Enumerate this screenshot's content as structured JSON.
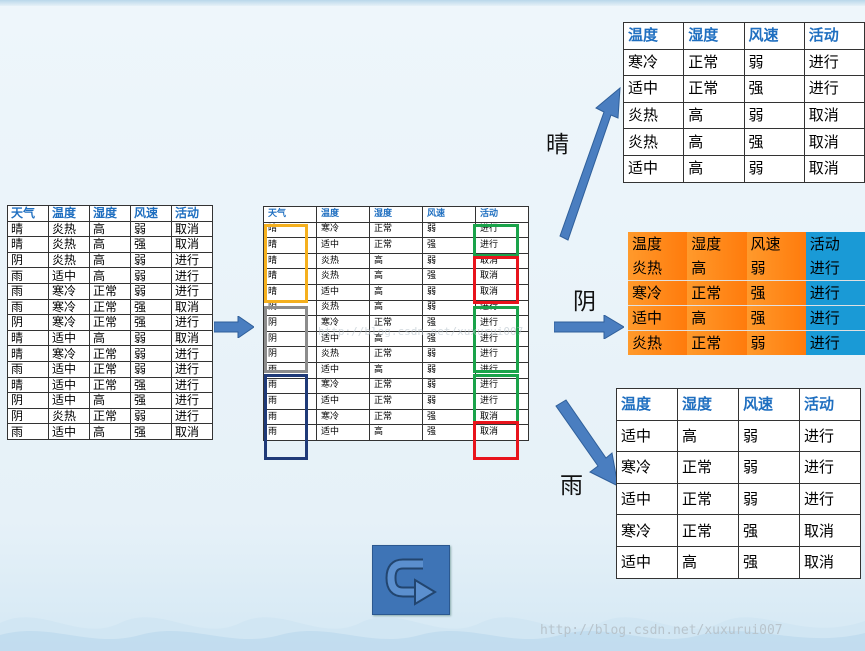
{
  "headers_full": [
    "天气",
    "温度",
    "湿度",
    "风速",
    "活动"
  ],
  "headers_sub": [
    "温度",
    "湿度",
    "风速",
    "活动"
  ],
  "full_rows": [
    [
      "晴",
      "炎热",
      "高",
      "弱",
      "取消"
    ],
    [
      "晴",
      "炎热",
      "高",
      "强",
      "取消"
    ],
    [
      "阴",
      "炎热",
      "高",
      "弱",
      "进行"
    ],
    [
      "雨",
      "适中",
      "高",
      "弱",
      "进行"
    ],
    [
      "雨",
      "寒冷",
      "正常",
      "弱",
      "进行"
    ],
    [
      "雨",
      "寒冷",
      "正常",
      "强",
      "取消"
    ],
    [
      "阴",
      "寒冷",
      "正常",
      "强",
      "进行"
    ],
    [
      "晴",
      "适中",
      "高",
      "弱",
      "取消"
    ],
    [
      "晴",
      "寒冷",
      "正常",
      "弱",
      "进行"
    ],
    [
      "雨",
      "适中",
      "正常",
      "弱",
      "进行"
    ],
    [
      "晴",
      "适中",
      "正常",
      "强",
      "进行"
    ],
    [
      "阴",
      "适中",
      "高",
      "强",
      "进行"
    ],
    [
      "阴",
      "炎热",
      "正常",
      "弱",
      "进行"
    ],
    [
      "雨",
      "适中",
      "高",
      "强",
      "取消"
    ]
  ],
  "sorted_rows": [
    [
      "晴",
      "寒冷",
      "正常",
      "弱",
      "进行"
    ],
    [
      "晴",
      "适中",
      "正常",
      "强",
      "进行"
    ],
    [
      "晴",
      "炎热",
      "高",
      "弱",
      "取消"
    ],
    [
      "晴",
      "炎热",
      "高",
      "强",
      "取消"
    ],
    [
      "晴",
      "适中",
      "高",
      "弱",
      "取消"
    ],
    [
      "阴",
      "炎热",
      "高",
      "弱",
      "进行"
    ],
    [
      "阴",
      "寒冷",
      "正常",
      "强",
      "进行"
    ],
    [
      "阴",
      "适中",
      "高",
      "强",
      "进行"
    ],
    [
      "阴",
      "炎热",
      "正常",
      "弱",
      "进行"
    ],
    [
      "雨",
      "适中",
      "高",
      "弱",
      "进行"
    ],
    [
      "雨",
      "寒冷",
      "正常",
      "弱",
      "进行"
    ],
    [
      "雨",
      "适中",
      "正常",
      "弱",
      "进行"
    ],
    [
      "雨",
      "寒冷",
      "正常",
      "强",
      "取消"
    ],
    [
      "雨",
      "适中",
      "高",
      "强",
      "取消"
    ]
  ],
  "branches": {
    "sunny": {
      "label": "晴",
      "rows": [
        [
          "寒冷",
          "正常",
          "弱",
          "进行"
        ],
        [
          "适中",
          "正常",
          "强",
          "进行"
        ],
        [
          "炎热",
          "高",
          "弱",
          "取消"
        ],
        [
          "炎热",
          "高",
          "强",
          "取消"
        ],
        [
          "适中",
          "高",
          "弱",
          "取消"
        ]
      ]
    },
    "overcast": {
      "label": "阴",
      "rows": [
        [
          "炎热",
          "高",
          "弱",
          "进行"
        ],
        [
          "寒冷",
          "正常",
          "强",
          "进行"
        ],
        [
          "适中",
          "高",
          "强",
          "进行"
        ],
        [
          "炎热",
          "正常",
          "弱",
          "进行"
        ]
      ]
    },
    "rainy": {
      "label": "雨",
      "rows": [
        [
          "适中",
          "高",
          "弱",
          "进行"
        ],
        [
          "寒冷",
          "正常",
          "弱",
          "进行"
        ],
        [
          "适中",
          "正常",
          "弱",
          "进行"
        ],
        [
          "寒冷",
          "正常",
          "强",
          "取消"
        ],
        [
          "适中",
          "高",
          "强",
          "取消"
        ]
      ]
    }
  },
  "watermark_text": "http://blog.csdn.net/xuxurui007",
  "colors": {
    "header_text": "#1f6fc0",
    "box_sunny": "#f5b01e",
    "box_overcast": "#8c8c8c",
    "box_rainy": "#1f3a78",
    "box_go": "#1aa34a",
    "box_cancel": "#e8141c",
    "arrow": "#4a7ec0",
    "orange": "#ff8a1a",
    "blue_cell": "#1a9ad6"
  },
  "icons": [
    "right-arrow-icon",
    "return-arrow-icon"
  ]
}
